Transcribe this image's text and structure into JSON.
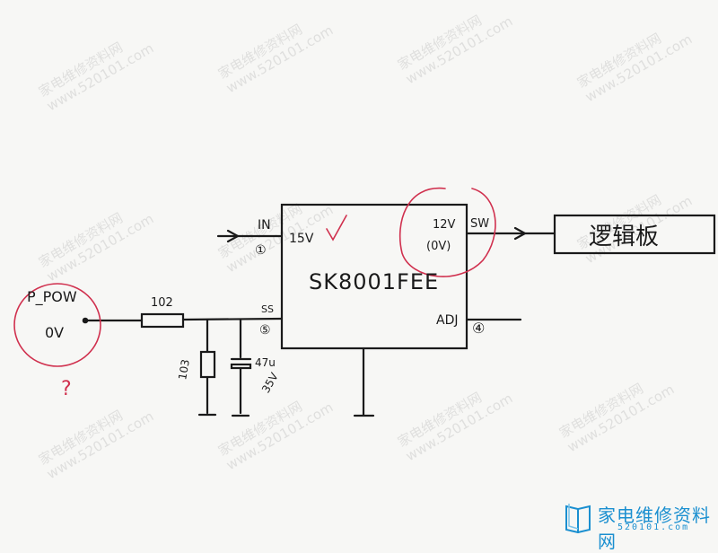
{
  "chip": {
    "part": "SK8001FEE"
  },
  "pins": {
    "in": "IN",
    "in_num": "①",
    "vin_note": "15V",
    "sw": "SW",
    "vout_note": "12V",
    "vout_note2": "(0V)",
    "ss": "SS",
    "ss_num": "⑤",
    "adj": "ADJ",
    "adj_num": "④"
  },
  "input": {
    "signal": "P_POW",
    "level": "0V",
    "question": "?"
  },
  "components": {
    "series_resistor": "102",
    "shunt_resistor": "103",
    "capacitor_value": "47u",
    "capacitor_voltage": "35V"
  },
  "output": {
    "board": "逻辑板"
  },
  "watermark": {
    "site_cn": "家电维修资料网",
    "url": "www.520101.com"
  },
  "logo": {
    "name": "家电维修资料网",
    "url": "520101.com"
  },
  "colors": {
    "ink": "#1a1a1a",
    "annotation": "#d0304e",
    "logo": "#1a8fd0"
  }
}
